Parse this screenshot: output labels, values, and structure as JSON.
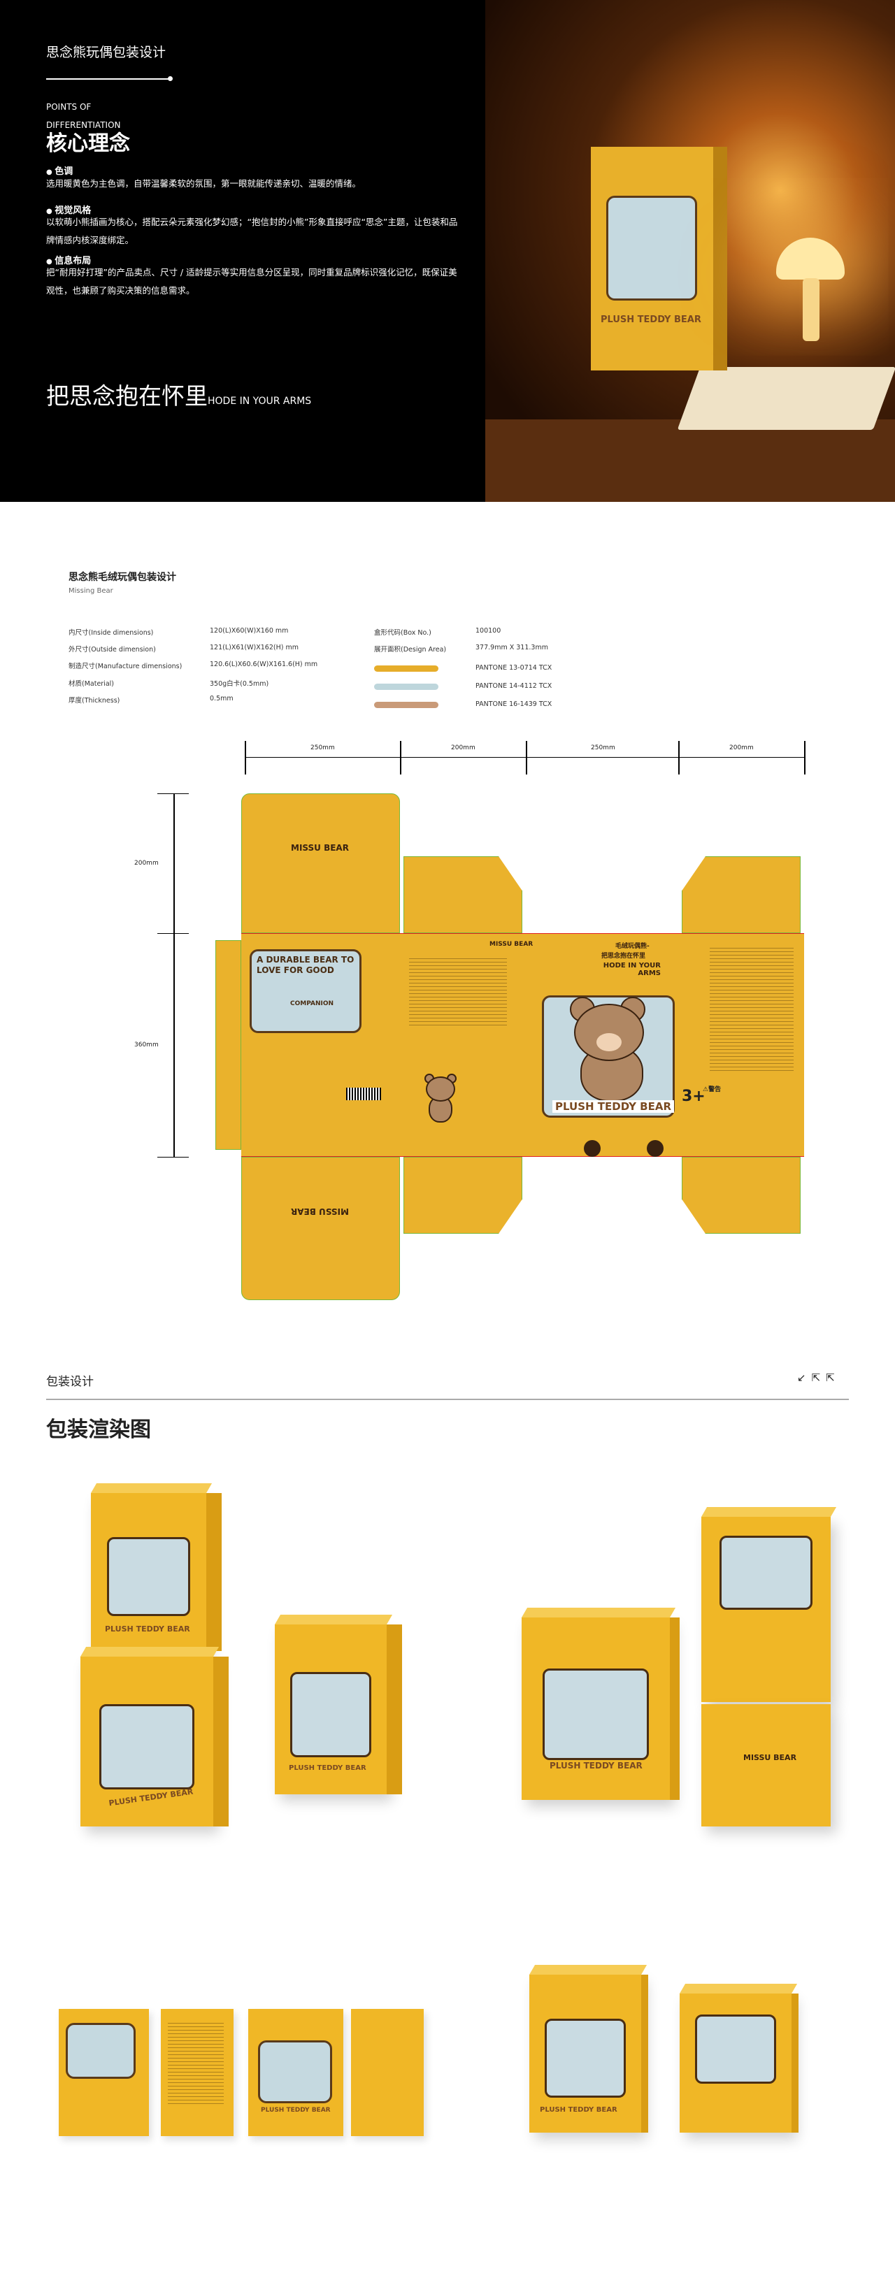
{
  "hero": {
    "title": "思念熊玩偶包装设计",
    "points_en": "POINTS OF DIFFERENTIATION",
    "core_title": "核心理念",
    "points": [
      {
        "title": "色调",
        "text": "选用暖黄色为主色调，自带温馨柔软的氛围，第一眼就能传递亲切、温暖的情绪。"
      },
      {
        "title": "视觉风格",
        "text": "以软萌小熊插画为核心，搭配云朵元素强化梦幻感；“抱信封的小熊”形象直接呼应“思念”主题，让包装和品牌情感内核深度绑定。"
      },
      {
        "title": "信息布局",
        "text": "把“耐用好打理”的产品卖点、尺寸 / 适龄提示等实用信息分区呈现，同时重复品牌标识强化记忆，既保证美观性，也兼顾了购买决策的信息需求。"
      }
    ],
    "slogan_cn": "把思念抱在怀里",
    "slogan_en": "HODE IN YOUR ARMS"
  },
  "spec": {
    "title": "思念熊毛绒玩偶包装设计",
    "subtitle": "Missing Bear",
    "rows": [
      {
        "label": "内尺寸(Inside dimensions)",
        "value": "120(L)X60(W)X160 mm"
      },
      {
        "label": "外尺寸(Outside dimension)",
        "value": "121(L)X61(W)X162(H) mm"
      },
      {
        "label": "制造尺寸(Manufacture dimensions)",
        "value": "120.6(L)X60.6(W)X161.6(H) mm"
      },
      {
        "label": "材质(Material)",
        "value": "350g白卡(0.5mm)"
      },
      {
        "label": "厚度(Thickness)",
        "value": "0.5mm"
      }
    ],
    "right": [
      {
        "label": "盒形代码(Box No.)",
        "value": "100100"
      },
      {
        "label": "展开面积(Design Area)",
        "value": "377.9mm X 311.3mm"
      }
    ],
    "colors": [
      {
        "hex": "#e6ad2a",
        "name": "PANTONE 13-0714 TCX"
      },
      {
        "hex": "#bed6dc",
        "name": "PANTONE 14-4112 TCX"
      },
      {
        "hex": "#c99a78",
        "name": "PANTONE 16-1439 TCX"
      }
    ]
  },
  "dieline": {
    "widths": [
      "250mm",
      "200mm",
      "250mm",
      "200mm"
    ],
    "heights": [
      "200mm",
      "360mm"
    ],
    "brand": "MISSU BEAR",
    "front_cn_1": "毛绒玩偶熊-",
    "front_cn_2": "把思念抱在怀里",
    "front_en": "HODE IN YOUR ARMS",
    "product": "PLUSH TEDDY BEAR",
    "age": "3+",
    "side_text": "A DURABLE BEAR TO LOVE FOR GOOD",
    "companion": "COMPANION",
    "warning": "⚠警告"
  },
  "section": {
    "label": "包装设计",
    "title": "包装渲染图",
    "icons": [
      "arrow-down-left-icon",
      "share-icon",
      "share-icon"
    ]
  }
}
